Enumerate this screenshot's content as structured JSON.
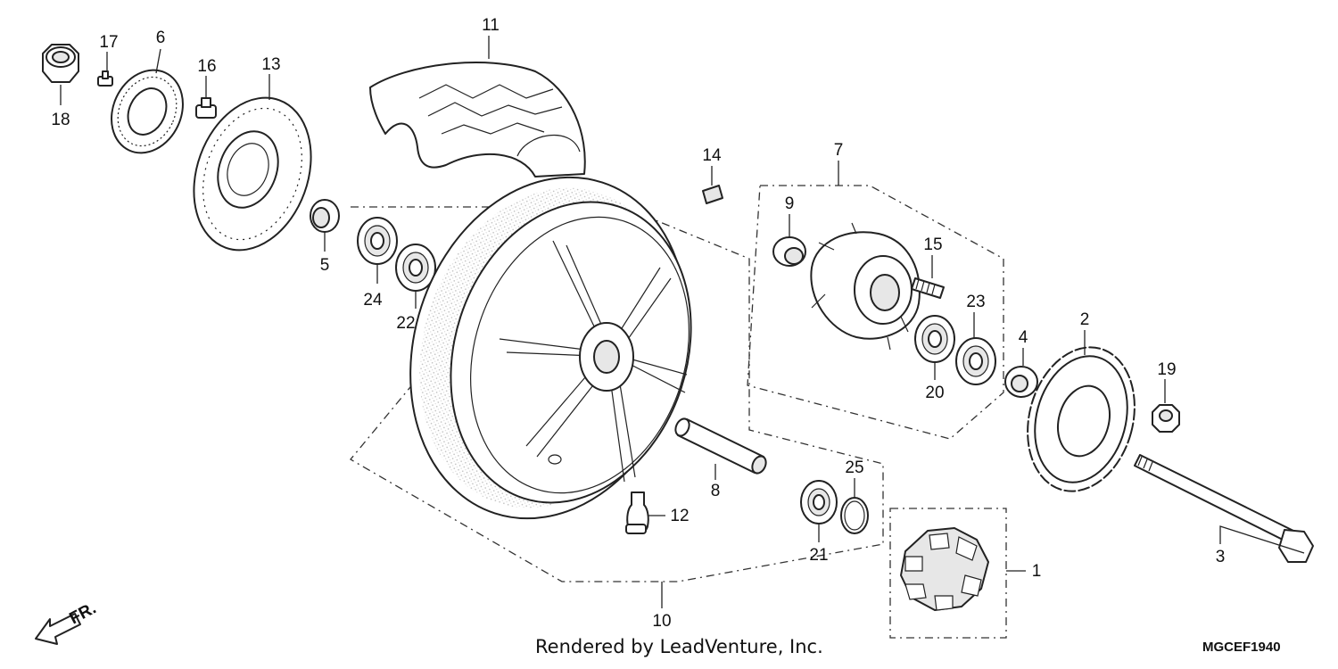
{
  "diagram": {
    "callouts": [
      {
        "id": "c1",
        "label": "1"
      },
      {
        "id": "c2",
        "label": "2"
      },
      {
        "id": "c3",
        "label": "3"
      },
      {
        "id": "c4",
        "label": "4"
      },
      {
        "id": "c5",
        "label": "5"
      },
      {
        "id": "c6",
        "label": "6"
      },
      {
        "id": "c7",
        "label": "7"
      },
      {
        "id": "c8",
        "label": "8"
      },
      {
        "id": "c9",
        "label": "9"
      },
      {
        "id": "c10",
        "label": "10"
      },
      {
        "id": "c11",
        "label": "11"
      },
      {
        "id": "c12",
        "label": "12"
      },
      {
        "id": "c13",
        "label": "13"
      },
      {
        "id": "c14",
        "label": "14"
      },
      {
        "id": "c15",
        "label": "15"
      },
      {
        "id": "c16",
        "label": "16"
      },
      {
        "id": "c17",
        "label": "17"
      },
      {
        "id": "c18",
        "label": "18"
      },
      {
        "id": "c19",
        "label": "19"
      },
      {
        "id": "c20",
        "label": "20"
      },
      {
        "id": "c21",
        "label": "21"
      },
      {
        "id": "c22",
        "label": "22"
      },
      {
        "id": "c23",
        "label": "23"
      },
      {
        "id": "c24",
        "label": "24"
      },
      {
        "id": "c25",
        "label": "25"
      }
    ],
    "direction_label": "FR.",
    "footer": "Rendered by LeadVenture, Inc.",
    "diagram_code": "MGCEF1940"
  }
}
